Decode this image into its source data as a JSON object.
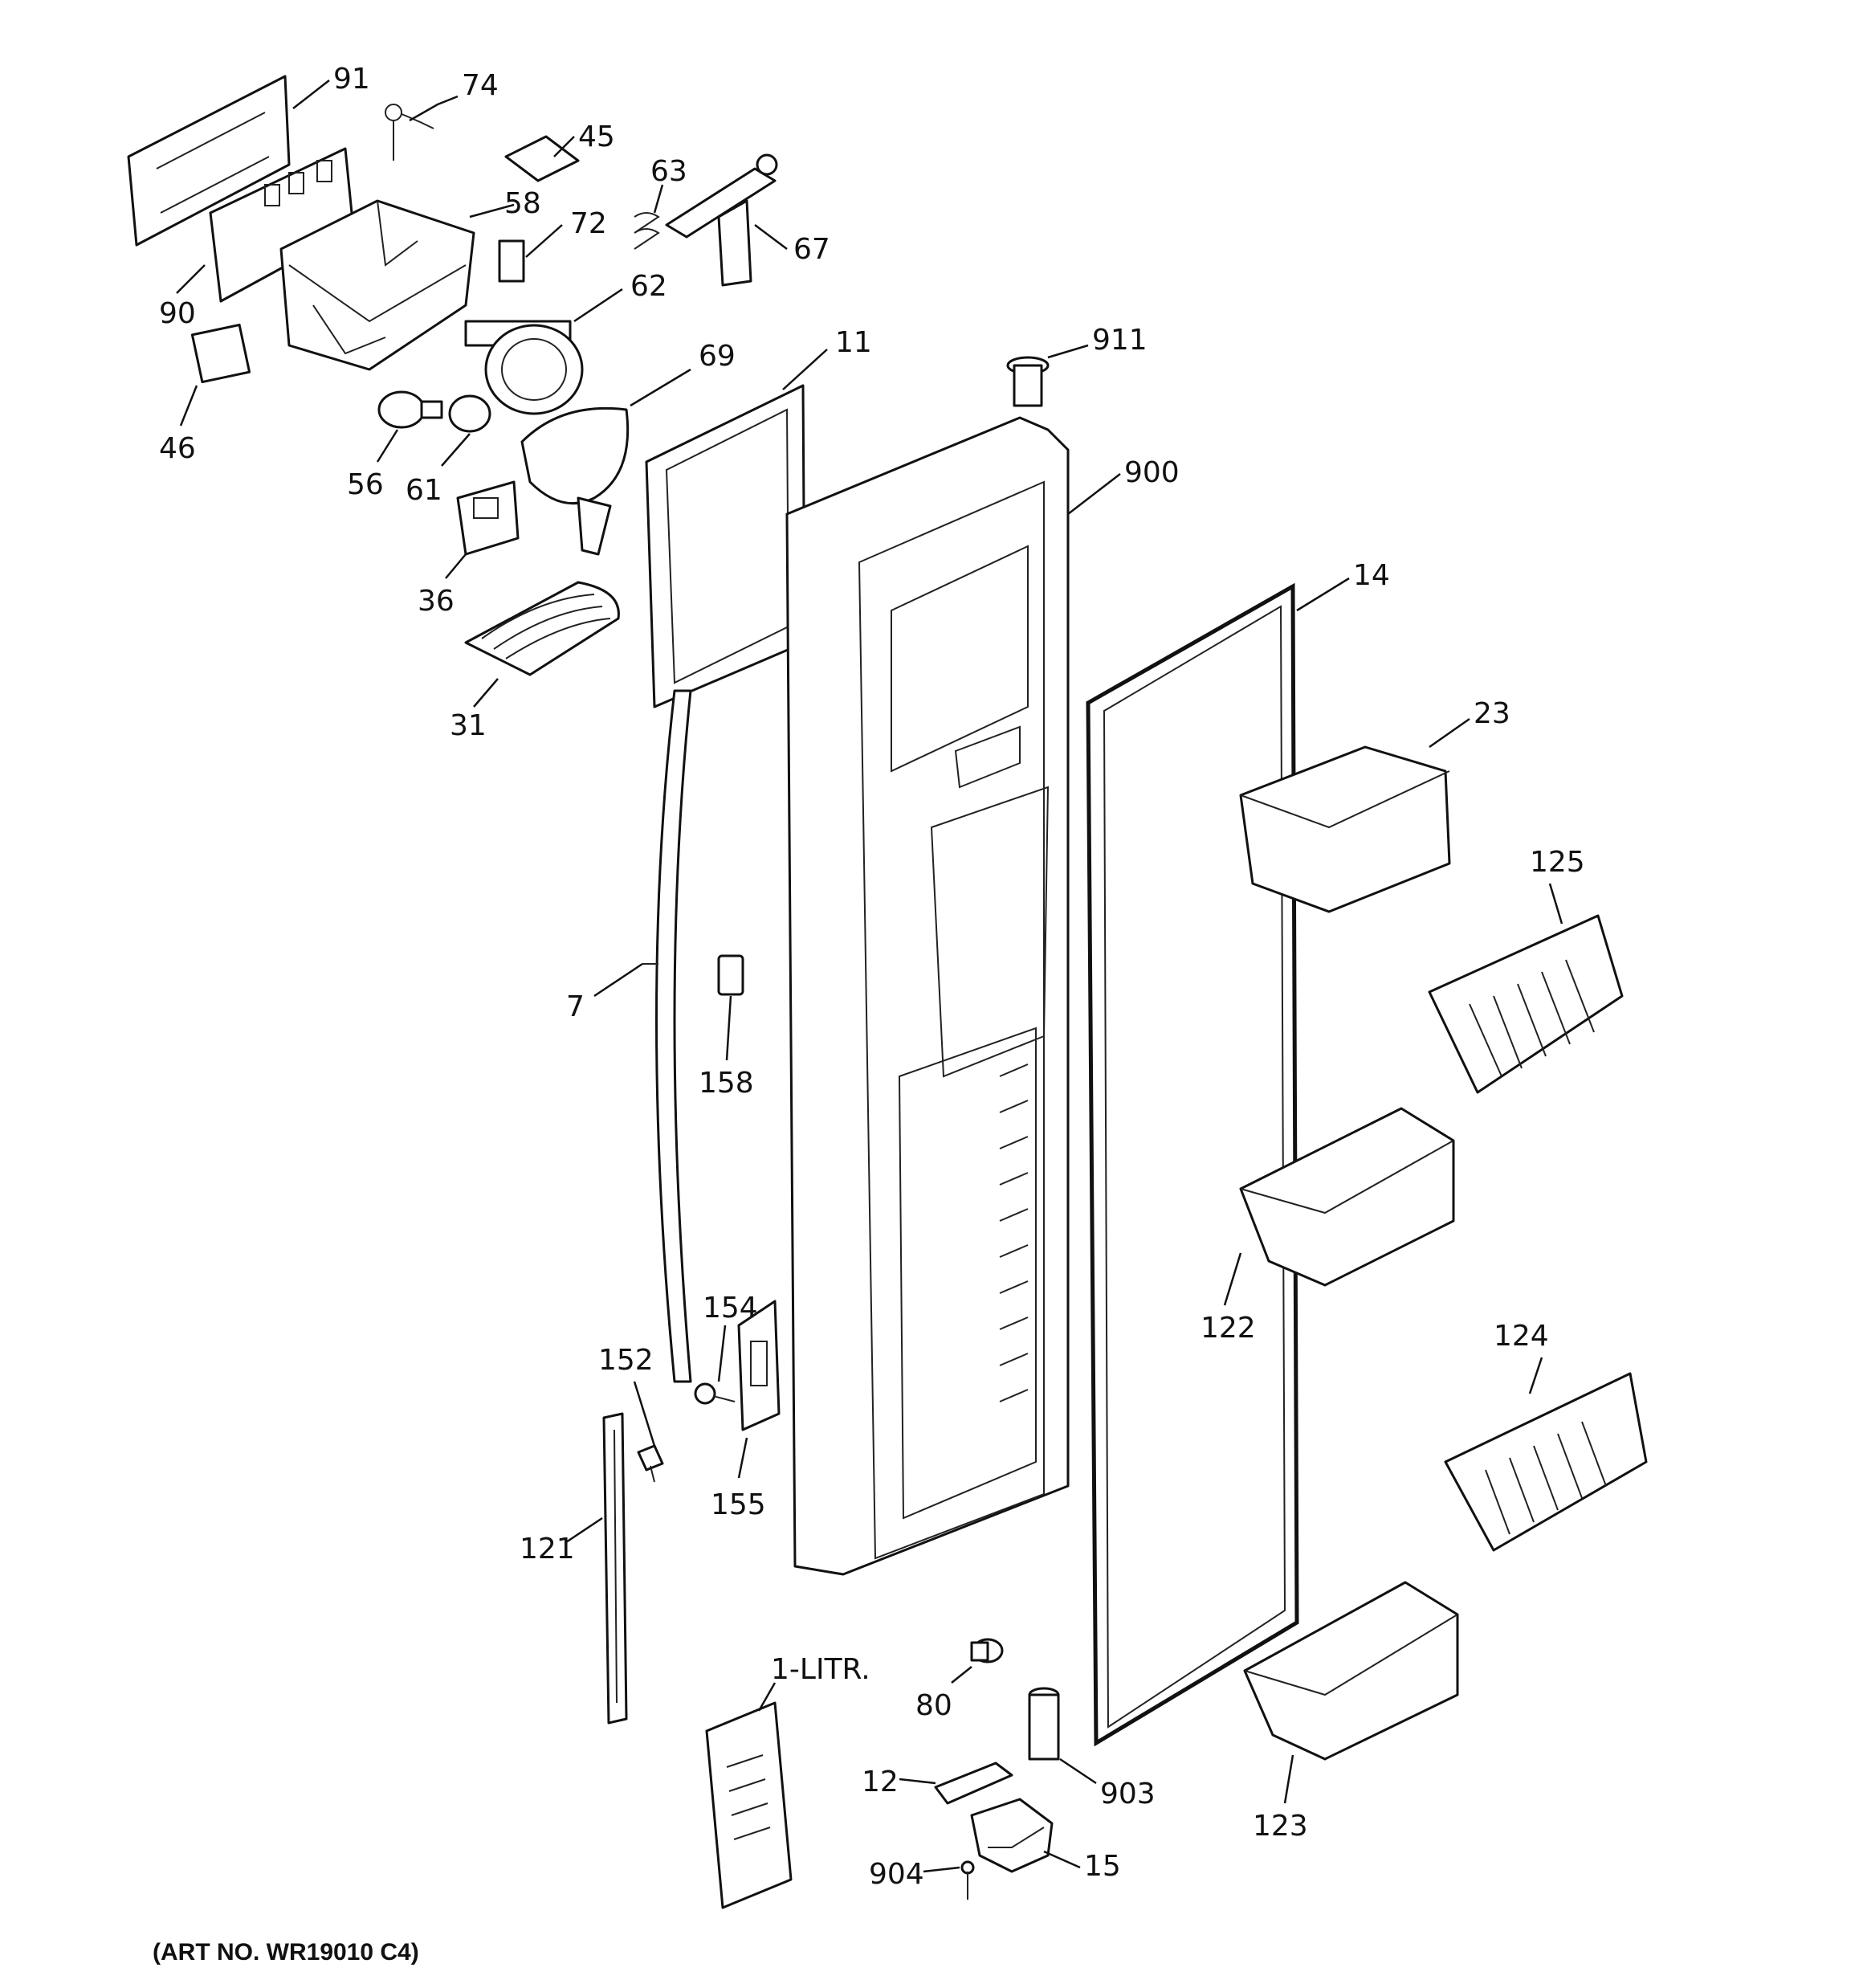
{
  "callouts": {
    "c91": "91",
    "c74": "74",
    "c45": "45",
    "c63": "63",
    "c58": "58",
    "c72": "72",
    "c67": "67",
    "c90": "90",
    "c62": "62",
    "c46": "46",
    "c69": "69",
    "c11": "11",
    "c911": "911",
    "c56": "56",
    "c61": "61",
    "c900": "900",
    "c36": "36",
    "c14": "14",
    "c31": "31",
    "c23": "23",
    "c125": "125",
    "c7": "7",
    "c158": "158",
    "c122": "122",
    "c154": "154",
    "c124": "124",
    "c152": "152",
    "c155": "155",
    "c121": "121",
    "c1litr": "1-LITR.",
    "c80": "80",
    "c903": "903",
    "c12": "12",
    "c123": "123",
    "c904": "904",
    "c15": "15"
  },
  "caption": "(ART NO. WR19010 C4)"
}
